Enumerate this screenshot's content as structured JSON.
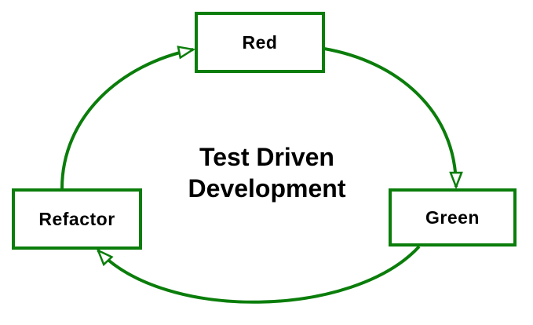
{
  "diagram": {
    "type": "cycle-flowchart",
    "title": {
      "text": "Test Driven Development",
      "line1": "Test Driven",
      "line2": "Development"
    },
    "nodes": [
      {
        "id": "red",
        "label": "Red"
      },
      {
        "id": "green",
        "label": "Green"
      },
      {
        "id": "refactor",
        "label": "Refactor"
      }
    ],
    "edges": [
      {
        "from": "Refactor",
        "to": "Red",
        "arrowhead": "open-triangle"
      },
      {
        "from": "Red",
        "to": "Green",
        "arrowhead": "open-triangle"
      },
      {
        "from": "Green",
        "to": "Refactor",
        "arrowhead": "open-triangle"
      }
    ],
    "colors": {
      "stroke": "#0a7d0a",
      "node_fill": "#ffffff",
      "text": "#000000",
      "background": "#ffffff"
    }
  }
}
